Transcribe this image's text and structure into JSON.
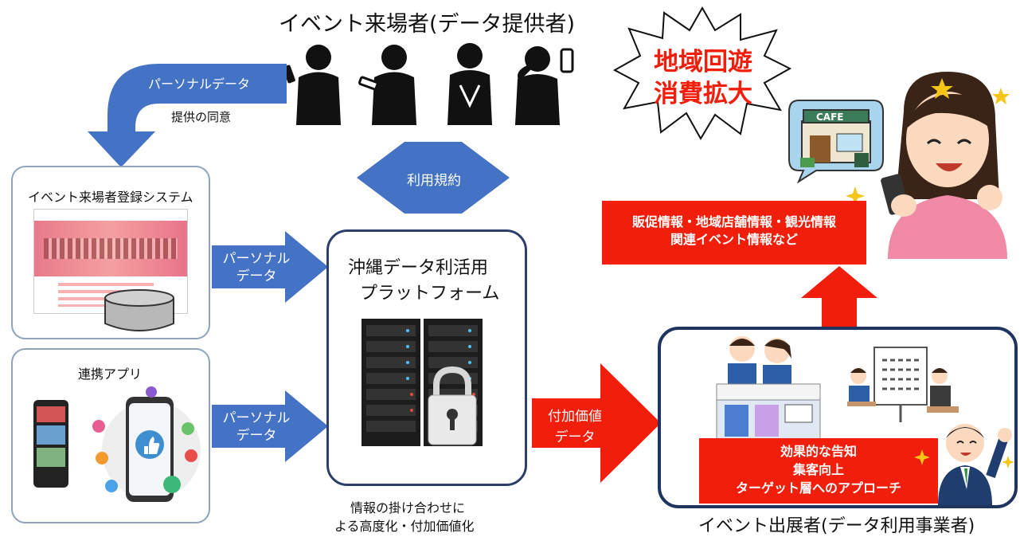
{
  "top": {
    "title": "イベント来場者(データ提供者)",
    "consent_arrow_label": "パーソナルデータ",
    "consent_note": "提供の同意",
    "terms_label": "利用規約"
  },
  "burst": {
    "line1": "地域回遊",
    "line2": "消費拡大"
  },
  "cafe_sign": "CAFE",
  "registration": {
    "title": "イベント来場者登録システム",
    "arrow_line1": "パーソナル",
    "arrow_line2": "データ"
  },
  "app": {
    "title": "連携アプリ",
    "arrow_line1": "パーソナル",
    "arrow_line2": "データ"
  },
  "platform": {
    "title_line1": "沖縄データ利活用",
    "title_line2": "プラットフォーム",
    "caption_line1": "情報の掛け合わせに",
    "caption_line2": "よる高度化・付加価値化"
  },
  "value_arrow": {
    "line1": "付加価値",
    "line2": "データ"
  },
  "info_banner": {
    "line1": "販促情報・地域店舗情報・観光情報",
    "line2": "関連イベント情報など"
  },
  "exhibitor": {
    "benefits": [
      "効果的な告知",
      "集客向上",
      "ターゲット層へのアプローチ"
    ],
    "caption": "イベント出展者(データ利用事業者)"
  },
  "colors": {
    "blue_arrow": "#4472c4",
    "red": "#f01e0a",
    "frame_dark": "#1f3560",
    "frame_light": "#8fa3bd"
  }
}
